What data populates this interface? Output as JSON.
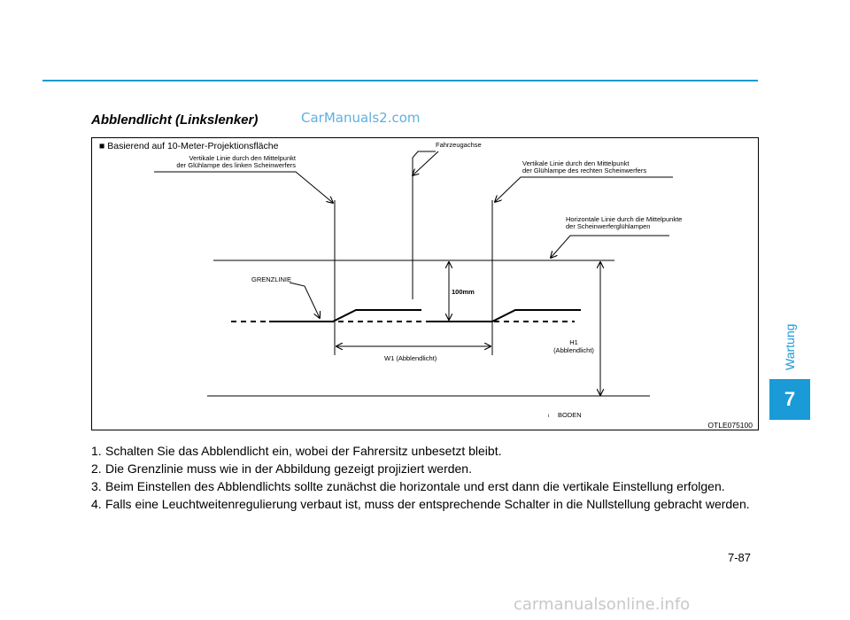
{
  "header": {
    "section_title": "Abblendlicht (Linkslenker)",
    "watermark": "CarManuals2.com"
  },
  "figure": {
    "basis": "■ Basierend auf 10-Meter-Projektionsfläche",
    "vertical_left_1": "Vertikale Linie durch den Mittelpunkt",
    "vertical_left_2": "der Glühlampe des linken Scheinwerfers",
    "vehicle_axis": "Fahrzeugachse",
    "vertical_right_1": "Vertikale Linie durch den Mittelpunkt",
    "vertical_right_2": "der Glühlampe des rechten Scheinwerfers",
    "horizontal_1": "Horizontale Linie durch die Mittelpunkte",
    "horizontal_2": "der Scheinwerferglühlampen",
    "cutoff_label": "GRENZLINIE",
    "dim_100": "100mm",
    "w1_label": "W1 (Abblendlicht)",
    "h1_label_1": "H1",
    "h1_label_2": "(Abblendlicht)",
    "ground_label": "BODEN",
    "ground_mark": "ι",
    "figure_code": "OTLE075100"
  },
  "sidebar": {
    "chapter_name": "Wartung",
    "chapter_number": "7"
  },
  "steps": [
    {
      "num": "1.",
      "text": "Schalten Sie das Abblendlicht ein, wobei der Fahrersitz unbesetzt bleibt."
    },
    {
      "num": "2.",
      "text": "Die Grenzlinie muss wie in der Abbildung gezeigt projiziert werden."
    },
    {
      "num": "3.",
      "text": "Beim Einstellen des Abblendlichts sollte zunächst die horizontale und erst dann die vertikale Einstellung erfolgen."
    },
    {
      "num": "4.",
      "text": "Falls eine Leuchtweitenregulierung verbaut ist, muss der entsprechende Schalter in die Nullstellung gebracht werden."
    }
  ],
  "footer": {
    "page_number": "7-87",
    "watermark": "carmanualsonline.info"
  },
  "colors": {
    "accent": "#1a9ad6"
  }
}
